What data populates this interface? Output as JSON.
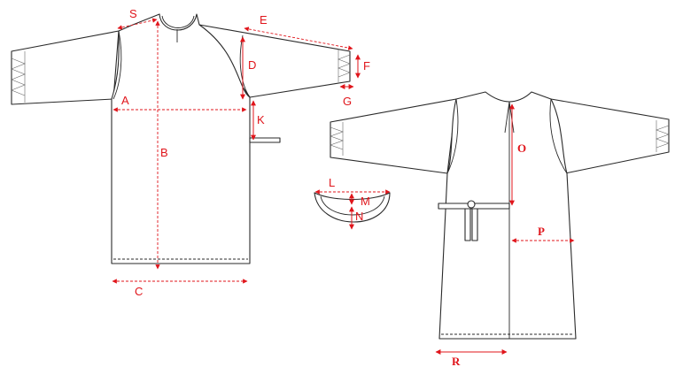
{
  "colors": {
    "outline": "#2a2a2a",
    "dimension": "#e0151b",
    "background": "#ffffff"
  },
  "labels": {
    "S": "S",
    "E": "E",
    "D": "D",
    "F": "F",
    "G": "G",
    "A": "A",
    "K": "K",
    "B": "B",
    "C": "C",
    "L": "L",
    "M": "M",
    "N": "N",
    "O": "O",
    "P": "P",
    "R": "R"
  }
}
